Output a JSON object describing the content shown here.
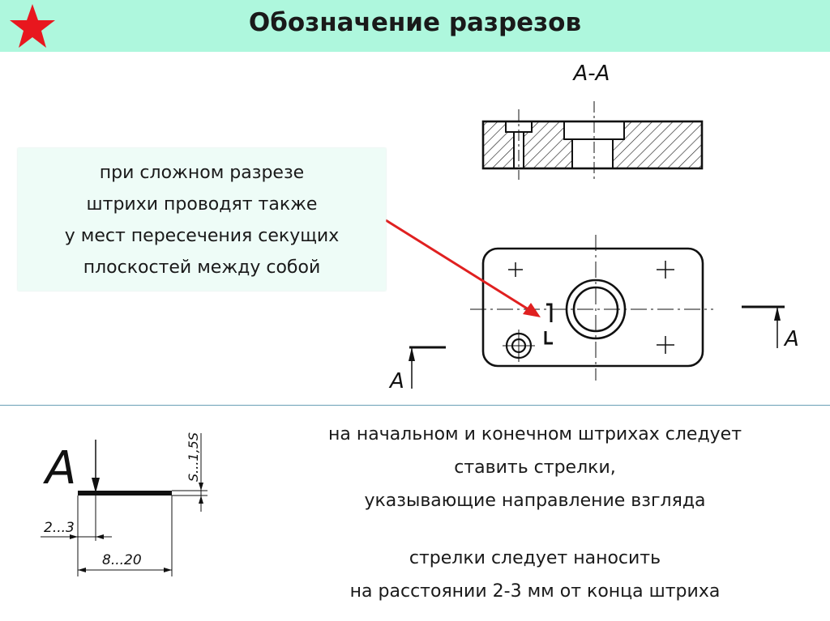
{
  "header": {
    "title": "Обозначение разрезов",
    "background": "#aef7dd"
  },
  "callout": {
    "lines": [
      "при сложном разрезе",
      "штрихи проводят также",
      "у мест пересечения секущих",
      "плоскостей между собой"
    ]
  },
  "drawing": {
    "section_label": "А-А",
    "left_marker": "А",
    "right_marker": "А",
    "arrow_color": "#e02020"
  },
  "detail": {
    "letter": "А",
    "dim_thickness": "S...1,5S",
    "dim_arrow_gap": "2...3",
    "dim_stroke_length": "8...20"
  },
  "notes": {
    "arrows_lines": [
      "на начальном и конечном штрихах следует",
      "ставить стрелки,",
      "указывающие направление взгляда"
    ],
    "distance_lines": [
      "стрелки следует наносить",
      "на расстоянии 2-3 мм от конца штриха"
    ]
  },
  "icons": {
    "star": "star-icon",
    "star_color": "#e8171e"
  }
}
